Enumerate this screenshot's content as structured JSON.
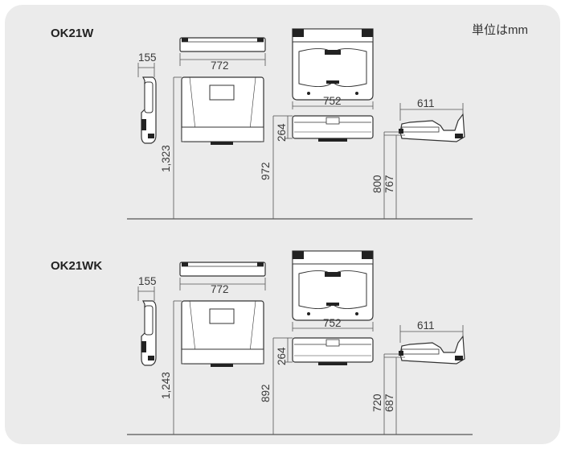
{
  "unit_label": "単位はmm",
  "models": [
    {
      "name": "OK21W",
      "side_depth": "155",
      "top_width": "772",
      "front_height": "1,323",
      "unit_width": "752",
      "unit_depth": "264",
      "unit_height": "972",
      "seat_width": "611",
      "seat_height_a": "800",
      "seat_height_b": "767"
    },
    {
      "name": "OK21WK",
      "side_depth": "155",
      "top_width": "772",
      "front_height": "1,243",
      "unit_width": "752",
      "unit_depth": "264",
      "unit_height": "892",
      "seat_width": "611",
      "seat_height_a": "720",
      "seat_height_b": "687"
    }
  ],
  "colors": {
    "panel_bg": "#ebebeb",
    "line": "#555555",
    "fixture_fill": "#ffffff",
    "fixture_stroke": "#333333",
    "dark": "#222222"
  }
}
